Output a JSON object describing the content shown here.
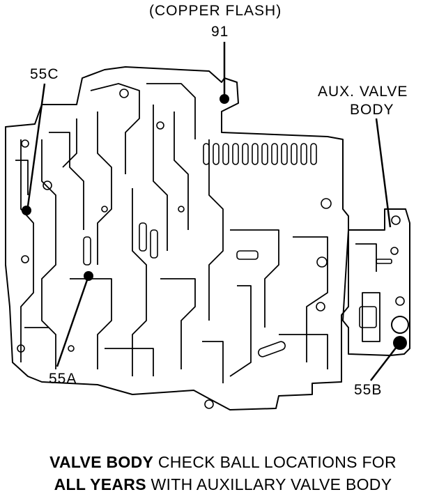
{
  "labels": {
    "copper_flash": "(COPPER FLASH)",
    "ball_91": "91",
    "ball_55c": "55C",
    "aux_valve_line1": "AUX. VALVE",
    "aux_valve_line2": "BODY",
    "ball_55a": "55A",
    "ball_55b": "55B"
  },
  "caption": {
    "line1_bold": "VALVE BODY",
    "line1_rest": " CHECK BALL LOCATIONS FOR",
    "line2_bold": "ALL YEARS",
    "line2_rest": " WITH AUXILLARY VALVE BODY"
  }
}
